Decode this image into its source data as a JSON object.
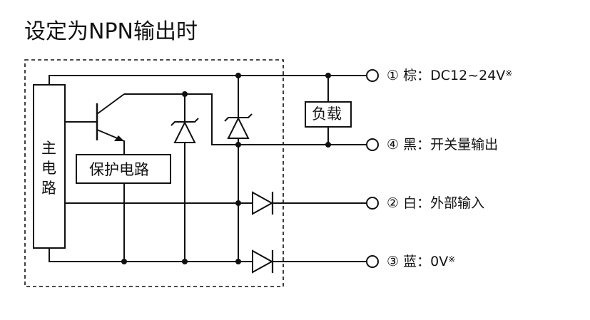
{
  "title": "设定为NPN输出时",
  "main_circuit": [
    "主",
    "电",
    "路"
  ],
  "protection_circuit": "保护电路",
  "load": "负载",
  "terminals": [
    {
      "num": "①",
      "color": "棕",
      "sep": "：",
      "desc": "DC12~24V",
      "mark": "※"
    },
    {
      "num": "④",
      "color": "黑",
      "sep": "：",
      "desc": "开关量输出",
      "mark": ""
    },
    {
      "num": "②",
      "color": "白",
      "sep": "：",
      "desc": "外部输入",
      "mark": ""
    },
    {
      "num": "③",
      "color": "蓝",
      "sep": "：",
      "desc": "0V",
      "mark": "※"
    }
  ]
}
